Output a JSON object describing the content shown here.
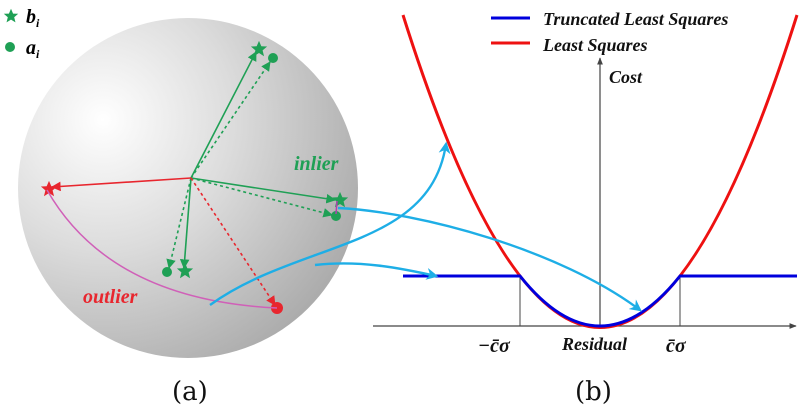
{
  "panel_a": {
    "legend": [
      {
        "symbol": "star",
        "label": "b",
        "subscript": "i",
        "color": "#1fa055"
      },
      {
        "symbol": "dot",
        "label": "a",
        "subscript": "i",
        "color": "#1fa055"
      }
    ],
    "inlier_label": "inlier",
    "outlier_label": "outlier",
    "caption": "(a)",
    "colors": {
      "inlier": "#1fa055",
      "outlier": "#e8262e",
      "arc": "#d060b8",
      "arrow": "#1eaee6"
    }
  },
  "panel_b": {
    "legend": [
      {
        "label": "Truncated Least Squares",
        "color": "#0000dd"
      },
      {
        "label": "Least Squares",
        "color": "#ee1111"
      }
    ],
    "y_axis_label": "Cost",
    "x_axis_label": "Residual",
    "tick_neg": "−c̄σ",
    "tick_pos": "c̄σ",
    "caption": "(b)"
  },
  "chart_data": {
    "type": "line",
    "title": "",
    "xlabel": "Residual",
    "ylabel": "Cost",
    "series": [
      {
        "name": "Least Squares",
        "function": "r^2",
        "color": "#ee1111"
      },
      {
        "name": "Truncated Least Squares",
        "function": "min(r^2, c̄^2σ^2)",
        "color": "#0000dd"
      }
    ],
    "x_ticks": [
      "−c̄σ",
      "c̄σ"
    ],
    "legend_position": "top-right",
    "grid": false
  }
}
